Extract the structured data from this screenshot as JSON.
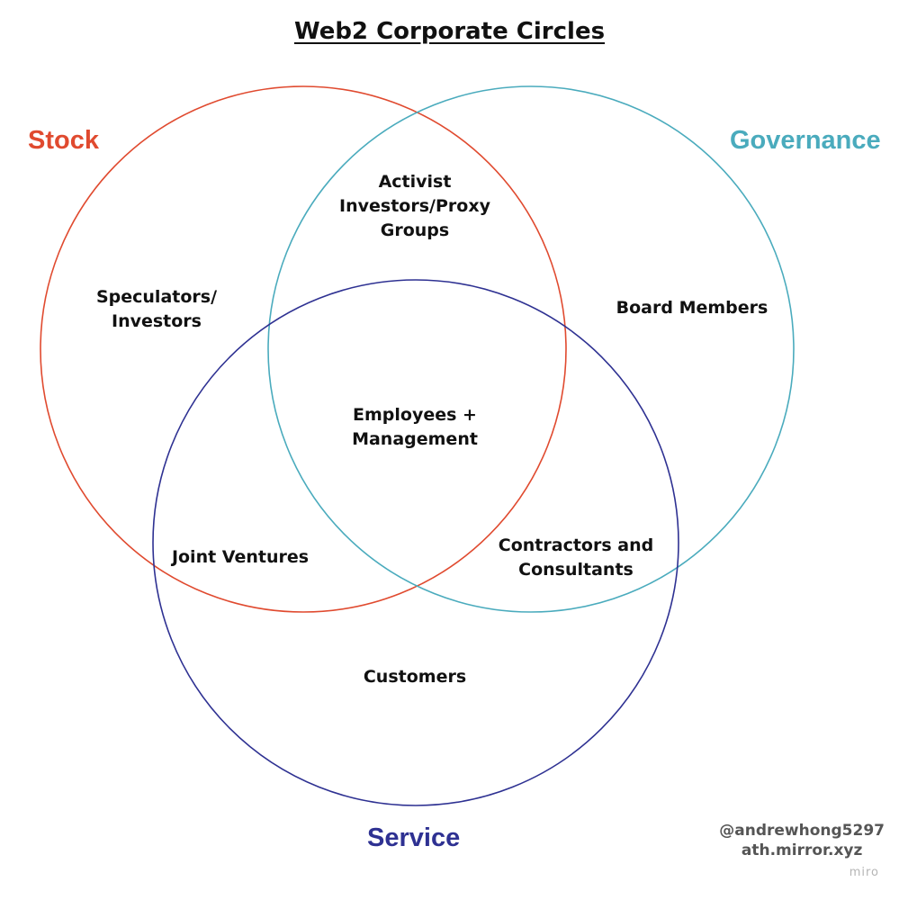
{
  "title": "Web2 Corporate Circles",
  "circles": {
    "stock": {
      "label": "Stock",
      "color": "#e04a2f"
    },
    "governance": {
      "label": "Governance",
      "color": "#4aabbd"
    },
    "service": {
      "label": "Service",
      "color": "#2e3192"
    }
  },
  "regions": {
    "stock_only": [
      "Speculators/",
      "Investors"
    ],
    "stock_governance": [
      "Activist",
      "Investors/Proxy",
      "Groups"
    ],
    "governance_only": [
      "Board Members"
    ],
    "all_three": [
      "Employees +",
      "Management"
    ],
    "stock_service": [
      "Joint Ventures"
    ],
    "governance_service": [
      "Contractors and",
      "Consultants"
    ],
    "service_only": [
      "Customers"
    ]
  },
  "credit": {
    "handle": "@andrewhong5297",
    "site": "ath.mirror.xyz"
  },
  "brand": "miro"
}
